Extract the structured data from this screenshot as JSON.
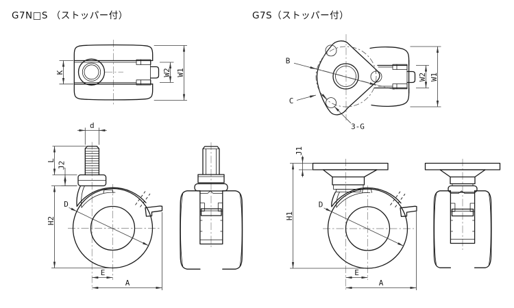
{
  "titles": {
    "left": "G7N□S （ストッパー付）",
    "right": "G7S（ストッパー付）"
  },
  "fig_g7ns_top": {
    "k": "K",
    "w2": "W2",
    "w1": "W1"
  },
  "fig_g7s_top": {
    "b": "B",
    "c": "C",
    "holes": "3-G",
    "w2": "W2",
    "w1": "W1"
  },
  "fig_stem_side": {
    "d": "d",
    "l": "L",
    "j2": "J2",
    "dia": "D",
    "h2": "H2",
    "e": "E",
    "a": "A"
  },
  "fig_plate_side": {
    "j1": "J1",
    "h1": "H1",
    "dia": "D",
    "e": "E",
    "a": "A"
  },
  "colors": {
    "line": "#1a1a1a",
    "dimension": "#3c3c3c",
    "centerline": "#9a9a9a",
    "background": "#ffffff"
  }
}
